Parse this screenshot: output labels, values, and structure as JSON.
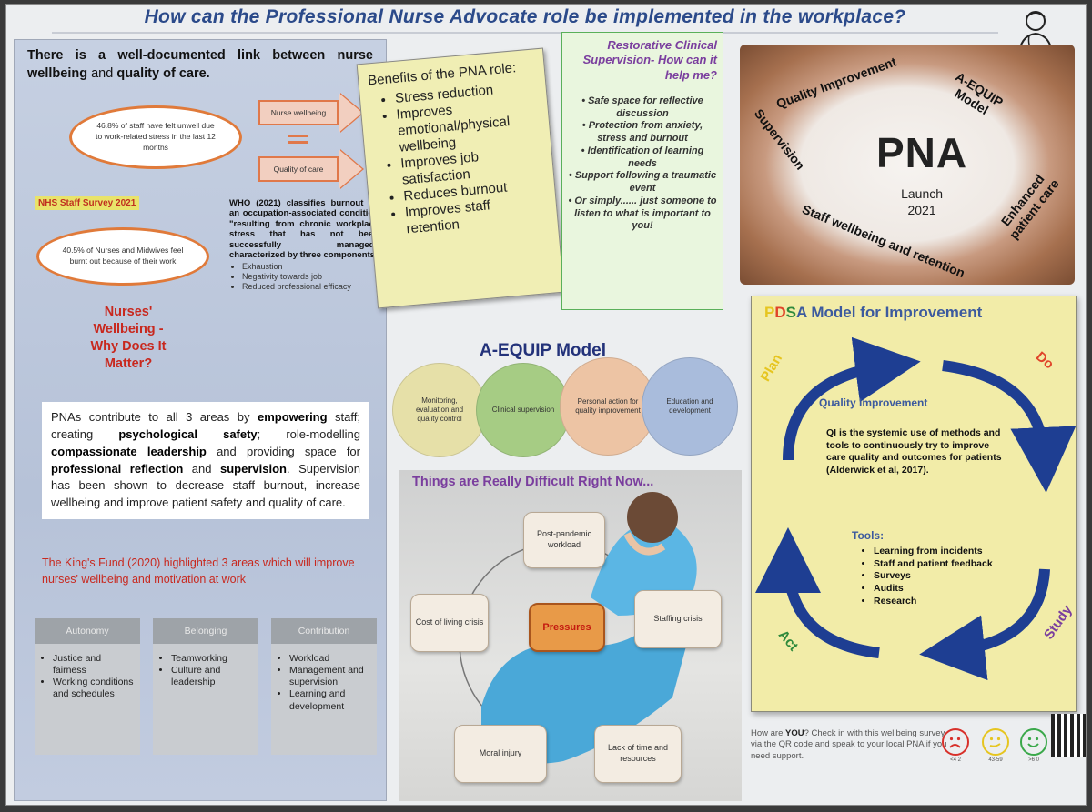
{
  "title": "How can the Professional Nurse Advocate role be implemented in the workplace?",
  "intro": {
    "line1": "There is a well-documented link between",
    "link_a": "nurse wellbeing",
    "and": "and",
    "link_b": "quality of care",
    "period": "."
  },
  "stats": {
    "oval1": "46.8% of staff have felt unwell due to work-related stress in the last 12 months",
    "oval2": "40.5% of Nurses and Midwives feel burnt out because of their work",
    "survey_label": "NHS Staff Survey 2021"
  },
  "link_arrows": {
    "a": "Nurse wellbeing",
    "b": "Quality of care"
  },
  "who": {
    "text": "WHO (2021) classifies burnout as an occupation-associated condition \"resulting from chronic workplace stress that has not been successfully managed\" characterized by three components:",
    "items": [
      "Exhaustion",
      "Negativity towards job",
      "Reduced professional efficacy"
    ]
  },
  "why_heading": {
    "line1": "Nurses'",
    "line2": "Wellbeing -",
    "line3": "Why Does It",
    "line4": "Matter?"
  },
  "empower": {
    "t1": "PNAs contribute to all 3 areas by ",
    "b1": "empowering",
    "t2": " staff; creating ",
    "b2": "psychological safety",
    "t3": "; role-modelling ",
    "b3": "compassionate leadership",
    "t4": " and providing space for ",
    "b4": "professional reflection",
    "t5": " and ",
    "b5": "supervision",
    "t6": ". Supervision has been shown to decrease staff burnout, increase wellbeing and improve patient safety and quality of care."
  },
  "kings": "The King's Fund (2020) highlighted 3 areas which will improve nurses' wellbeing and motivation at work",
  "kings_columns": [
    {
      "head": "Autonomy",
      "items": [
        "Justice and fairness",
        "Working conditions and schedules"
      ]
    },
    {
      "head": "Belonging",
      "items": [
        "Teamworking",
        "Culture and leadership"
      ]
    },
    {
      "head": "Contribution",
      "items": [
        "Workload",
        "Management and supervision",
        "Learning and development"
      ]
    }
  ],
  "benefits": {
    "heading": "Benefits of the PNA role:",
    "items": [
      "Stress reduction",
      "Improves emotional/physical wellbeing",
      "Improves job satisfaction",
      "Reduces burnout",
      "Improves staff retention"
    ]
  },
  "rcs": {
    "heading": "Restorative Clinical Supervision- How can it help me?",
    "items": [
      "Safe space for reflective discussion",
      "Protection from anxiety, stress and burnout",
      "Identification of learning needs",
      "Support following a traumatic event",
      "Or simply...... just someone to listen to what is important to you!"
    ]
  },
  "pna_image": {
    "center": "PNA",
    "launch": "Launch",
    "year": "2021",
    "labels": [
      "Quality Improvement",
      "A-EQUIP Model",
      "Supervision",
      "Enhanced patient care",
      "Staff wellbeing and retention"
    ]
  },
  "aequip": {
    "heading": "A-EQUIP Model",
    "circles": [
      {
        "label": "Monitoring, evaluation and quality control",
        "color": "#e6e0a8"
      },
      {
        "label": "Clinical supervision",
        "color": "#a6cc84"
      },
      {
        "label": "Personal action for quality improvement",
        "color": "#edc4a4"
      },
      {
        "label": "Education and development",
        "color": "#a9bcdc"
      }
    ]
  },
  "difficult": {
    "heading": "Things are Really Difficult Right Now...",
    "center": "Pressures",
    "items": [
      "Post-pandemic workload",
      "Staffing crisis",
      "Lack of time and resources",
      "Moral injury",
      "Cost of living crisis"
    ]
  },
  "pdsa": {
    "p": "P",
    "d": "D",
    "s": "S",
    "a": "A",
    "rest": " Model for Improvement",
    "plan": "Plan",
    "do": "Do",
    "study": "Study",
    "act": "Act",
    "qi_heading": "Quality Improvement",
    "qi_text": "QI is the systemic use of methods and tools to continuously try to improve care quality and outcomes for patients (Alderwick et al, 2017).",
    "tools_heading": "Tools:",
    "tools": [
      "Learning from incidents",
      "Staff and patient feedback",
      "Surveys",
      "Audits",
      "Research"
    ],
    "colors": {
      "p": "#e6c520",
      "d": "#e0452a",
      "s": "#2f8a3c",
      "a": "#3c5a9e"
    }
  },
  "footer": {
    "t1": "How are ",
    "you": "YOU",
    "t2": "? Check in with this wellbeing survey via the QR code and speak to your local PNA if you need support.",
    "faces": [
      {
        "label": "<4 2",
        "color": "#d8302a"
      },
      {
        "label": "43-59",
        "color": "#e6c520"
      },
      {
        "label": ">6 0",
        "color": "#3aa84a"
      }
    ]
  }
}
